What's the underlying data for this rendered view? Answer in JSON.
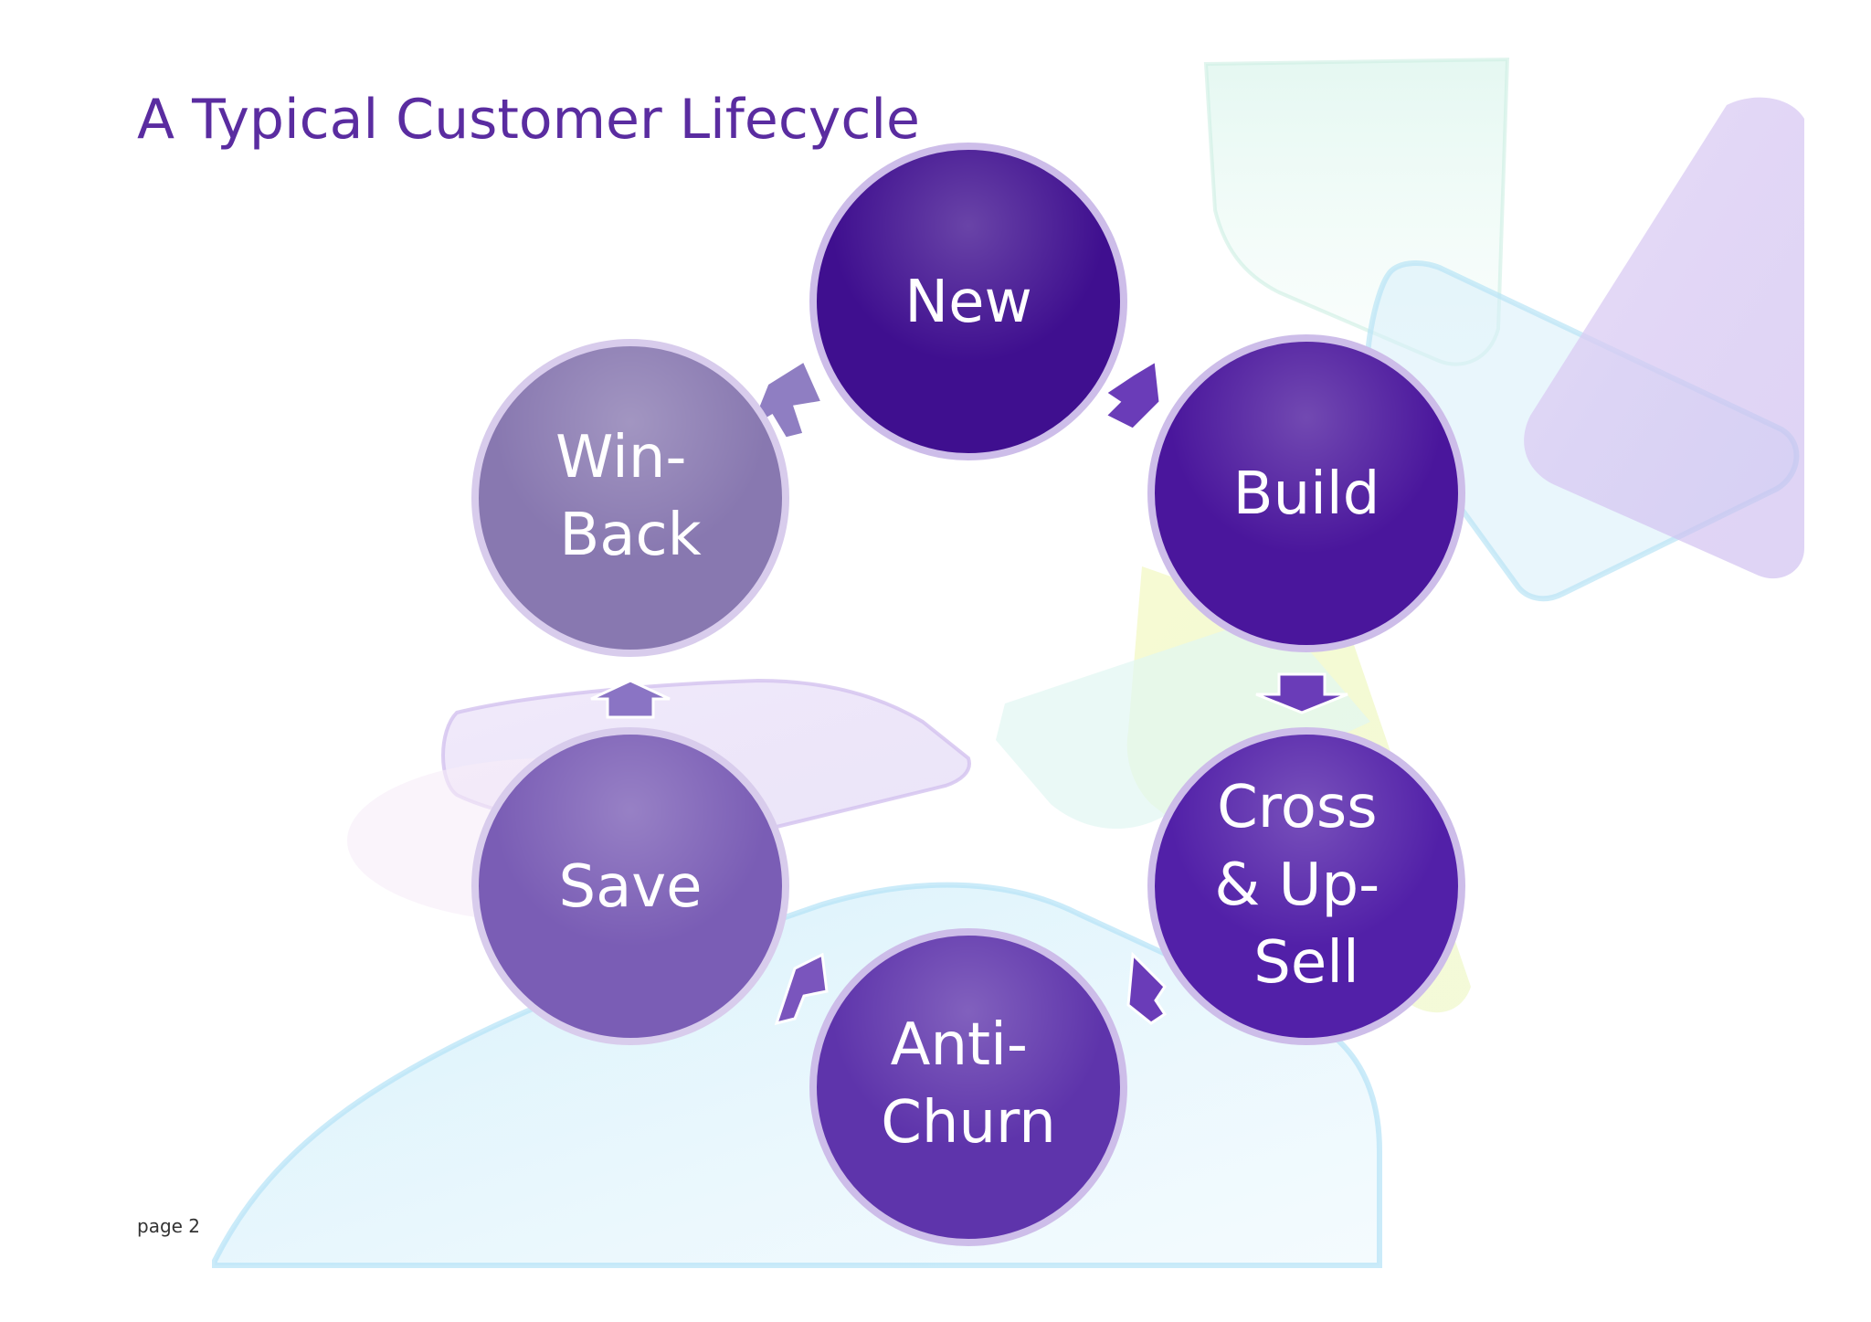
{
  "slide": {
    "title": "A Typical Customer Lifecycle",
    "page_label": "page 2"
  },
  "lifecycle": {
    "nodes": [
      {
        "id": "new",
        "lines": [
          "New"
        ],
        "color": "#3f0f8f"
      },
      {
        "id": "build",
        "lines": [
          "Build"
        ],
        "color": "#4a169c"
      },
      {
        "id": "cross-up-sell",
        "lines": [
          "Cross",
          "& Up-",
          "Sell"
        ],
        "color": "#5220a8"
      },
      {
        "id": "anti-churn",
        "lines": [
          "Anti-",
          "Churn"
        ],
        "color": "#5e34ab"
      },
      {
        "id": "save",
        "lines": [
          "Save"
        ],
        "color": "#7a5db5"
      },
      {
        "id": "win-back",
        "lines": [
          "Win-",
          "Back"
        ],
        "color": "#8878b0"
      }
    ],
    "flow": "clockwise"
  }
}
